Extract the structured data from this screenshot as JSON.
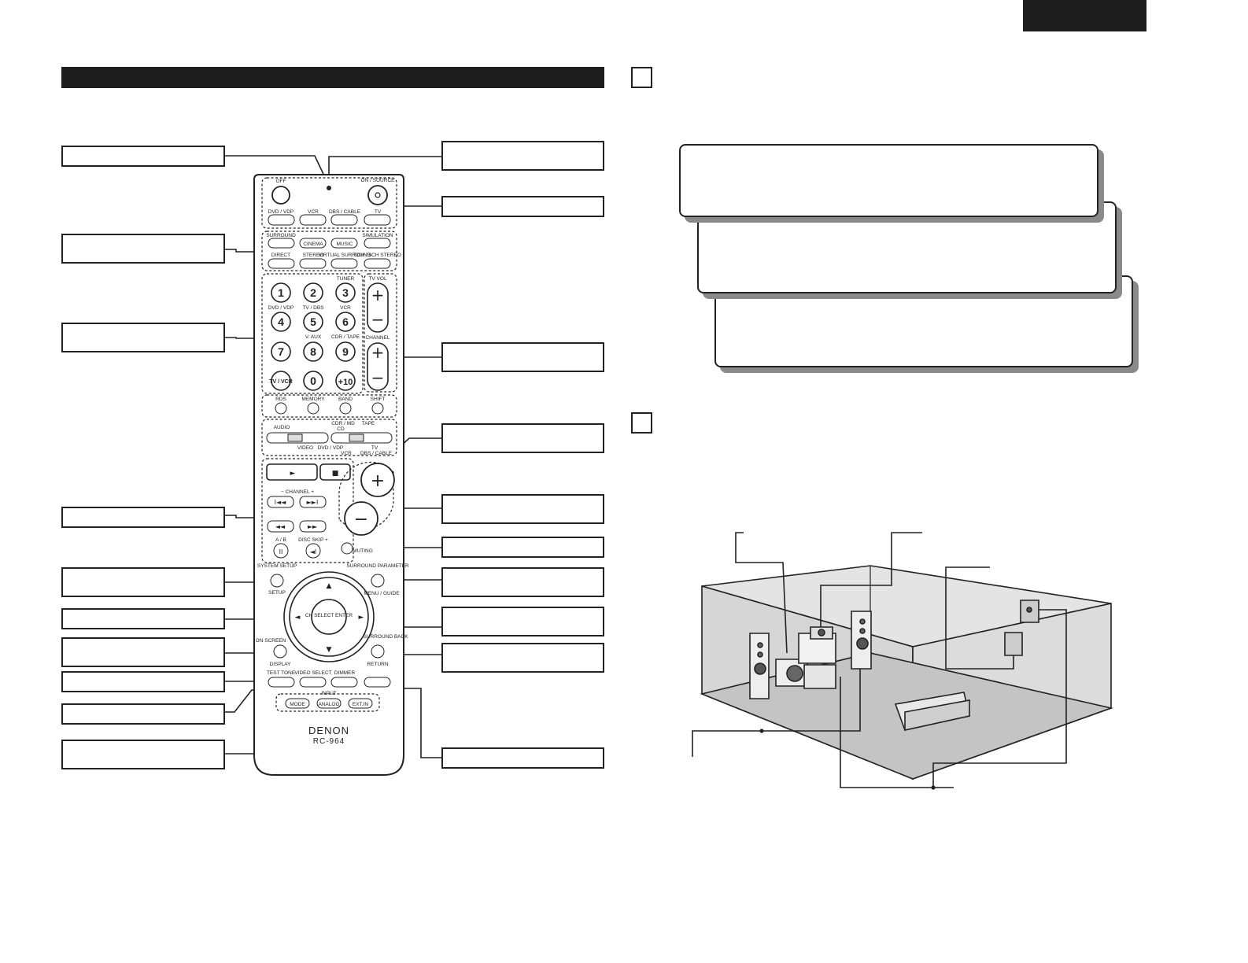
{
  "remote": {
    "brand": "DENON",
    "model": "RC-964",
    "buttons": {
      "off": "OFF",
      "on_source": "ON / SOURCE",
      "dvd_vdp": "DVD / VDP",
      "vcr": "VCR",
      "dbs_cable": "DBS / CABLE",
      "tv": "TV",
      "dolby_dts_surround": "SURROUND",
      "simulation": "SIMULATION",
      "cinema": "CINEMA",
      "music": "MUSIC",
      "direct": "DIRECT",
      "stereo": "STEREO",
      "virtual_surround": "VIRTUAL SURROUND",
      "5ch_7ch_stereo": "5CH / 6CH STEREO",
      "tuner": "TUNER",
      "tv_vol": "TV VOL",
      "channel": "CHANNEL",
      "num_keys": [
        "1",
        "2",
        "3",
        "4",
        "5",
        "6",
        "7",
        "8",
        "9",
        "TV / VCR",
        "0",
        "+10"
      ],
      "num_sub": [
        "DVD / VDP",
        "TV / DBS",
        "VCR",
        "V. AUX",
        "CDR / TAPE"
      ],
      "rds": "RDS",
      "memory": "MEMORY",
      "band": "BAND",
      "shift": "SHIFT",
      "audio": "AUDIO",
      "cdr_md": "CDR / MD",
      "cd": "CD",
      "tape": "TAPE",
      "video": "VIDEO",
      "dvd_vdp2": "DVD / VDP",
      "vcr2": "VCR",
      "tv2": "TV",
      "dbs_cable2": "DBS / CABLE",
      "play": "►",
      "stop": "■",
      "channel_minus_plus": "−   CHANNEL   +",
      "skip_back": "I◄◄",
      "skip_fwd": "►►I",
      "rew": "◄◄",
      "ff": "►►",
      "ab": "A / B",
      "disc_skip": "DISC SKIP +",
      "pause": "II",
      "rev_play": "◄I",
      "vol_plus": "+",
      "vol_minus": "−",
      "muting": "MUTING",
      "system_setup": "SYSTEM SETUP",
      "setup": "SETUP",
      "surround_parameter": "SURROUND PARAMETER",
      "menu_guide": "MENU / GUIDE",
      "ch_select_enter": "CH SELECT ENTER",
      "on_screen": "ON SCREEN",
      "display": "DISPLAY",
      "surround_back": "SURROUND BACK",
      "return": "RETURN",
      "test_tone": "TEST TONE",
      "video_select": "VIDEO SELECT",
      "dimmer": "DIMMER",
      "input": "INPUT",
      "mode": "MODE",
      "analog": "ANALOG",
      "ext_in": "EXT.IN",
      "arrow_up": "▲",
      "arrow_down": "▼",
      "arrow_left": "◄",
      "arrow_right": "►"
    }
  },
  "colors": {
    "dark": "#1d1d1d",
    "shadow": "#8a8a8a",
    "room_floor": "#c9c9c9",
    "room_wall": "#e4e4e4"
  }
}
